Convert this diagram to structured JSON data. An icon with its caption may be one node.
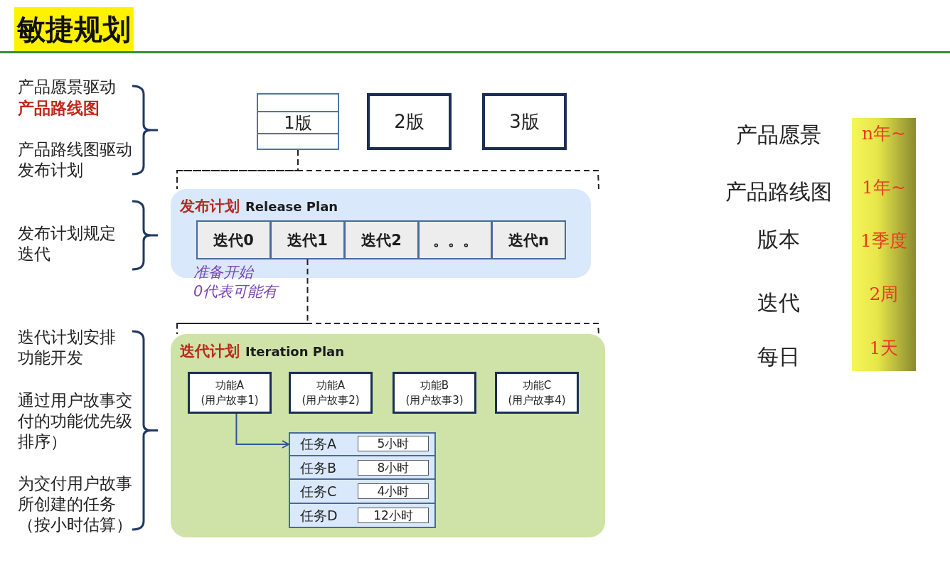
{
  "diagram": {
    "title": "敏捷规划",
    "nodes": [
      {
        "text": [
          "1版"
        ]
      },
      {
        "text": [
          "2版"
        ]
      },
      {
        "text": [
          "3版"
        ]
      },
      {
        "text": [
          "发布计划",
          "Release Plan"
        ]
      },
      {
        "text": [
          "迭代0"
        ],
        "in": 3,
        "beside": [
          "准备开始 0代表可能有"
        ]
      },
      {
        "text": [
          "迭代1"
        ],
        "in": 3
      },
      {
        "text": [
          "迭代2"
        ],
        "in": 3
      },
      {
        "text": [
          "。。。"
        ],
        "in": 3
      },
      {
        "text": [
          "迭代n"
        ],
        "in": 3
      },
      {
        "text": [
          "迭代计划",
          "Iteration Plan"
        ]
      },
      {
        "text": [
          "功能A (用户故事1)"
        ],
        "in": 9
      },
      {
        "text": [
          "功能A (用户故事2)"
        ],
        "in": 9
      },
      {
        "text": [
          "功能B (用户故事3)"
        ],
        "in": 9
      },
      {
        "text": [
          "功能C (用户故事4)"
        ],
        "in": 9
      },
      {
        "text": [],
        "shape": "box",
        "in": 9
      },
      {
        "text": [
          "任务A",
          "5小时"
        ],
        "in": 14
      },
      {
        "text": [
          "任务B",
          "8小时"
        ],
        "in": 14
      },
      {
        "text": [
          "任务C",
          "4小时"
        ],
        "in": 14
      },
      {
        "text": [
          "任务D",
          "12小时"
        ],
        "in": 14
      },
      {
        "text": [
          "n年~",
          "1年~",
          "1季度",
          "2周",
          "1天"
        ]
      }
    ],
    "edges": [
      {
        "from": 0,
        "to": 3,
        "arrow": "none",
        "style": "dashed"
      },
      {
        "from": 5,
        "to": 9,
        "arrow": "none",
        "style": "dashed"
      },
      {
        "from": 10,
        "to": 15,
        "arrow": "to",
        "color": "#2f5597"
      }
    ],
    "labels": [
      "产品愿景驱动",
      "产品路线图",
      "产品路线图驱动发布计划",
      "发布计划规定迭代",
      "迭代计划安排功能开发",
      "通过用户故事交付的功能优先级排序）",
      "为交付用户故事所创建的任务（按小时估算）",
      "产品愿景",
      "产品路线图",
      "版本",
      "迭代",
      "每日"
    ]
  }
}
